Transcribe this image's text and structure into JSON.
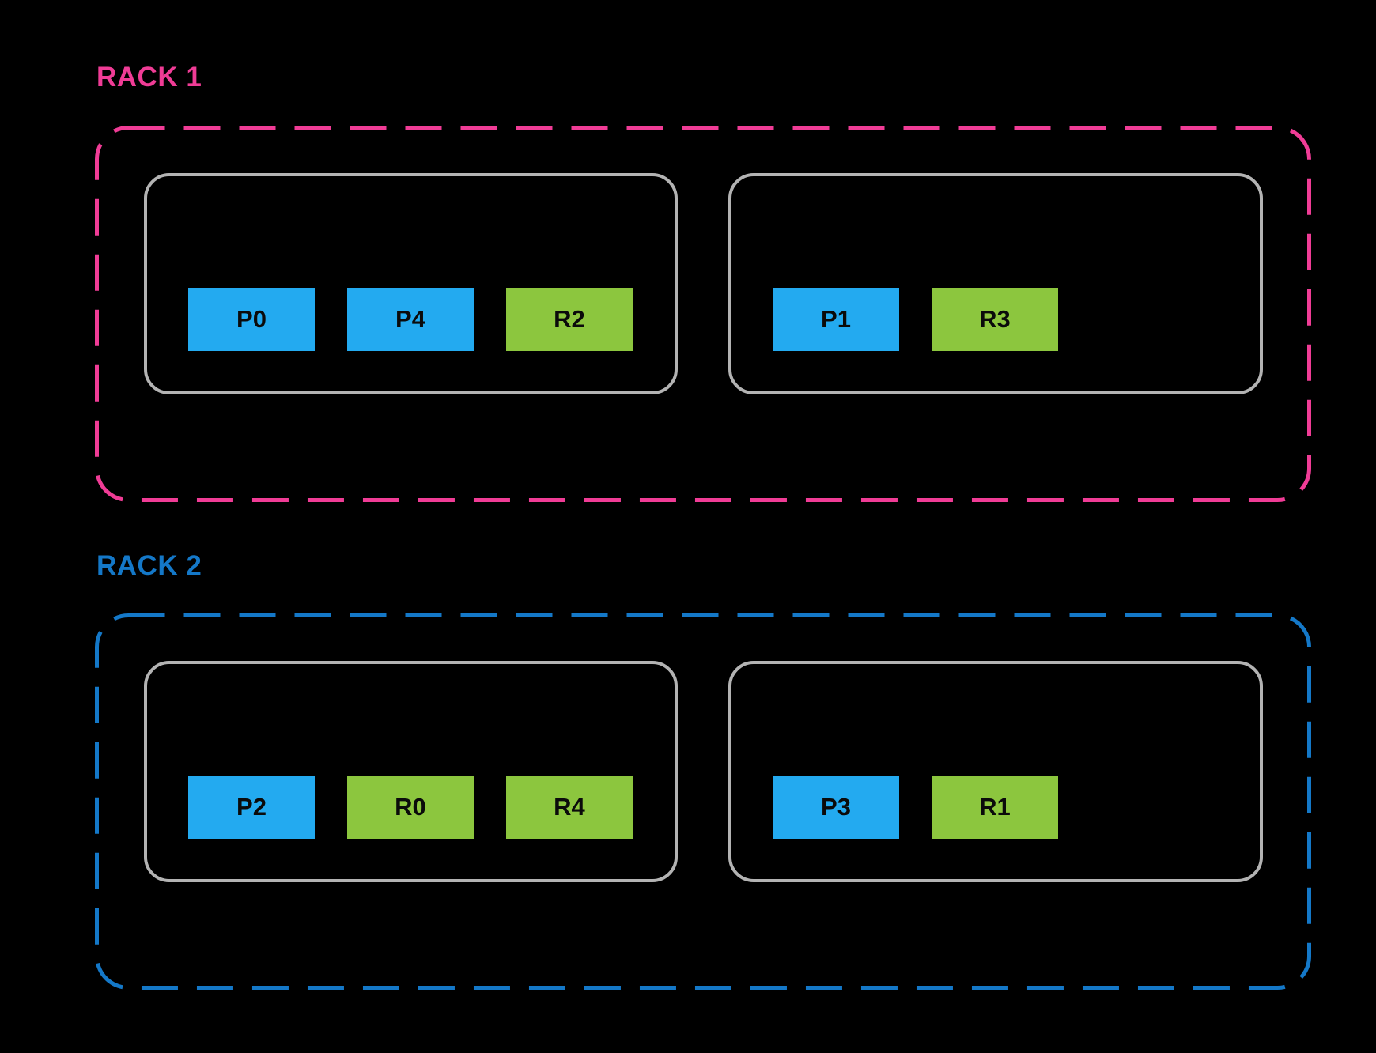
{
  "colors": {
    "background": "#000000",
    "rack1-accent": "#F03C96",
    "rack2-accent": "#1478C8",
    "primary-block": "#23AAF0",
    "replica-block": "#8CC63E",
    "node-border": "#B3B3B3",
    "block-text": "#0B0B0B"
  },
  "racks": [
    {
      "label": "RACK 1",
      "nodes": [
        {
          "blocks": [
            {
              "label": "P0",
              "type": "primary"
            },
            {
              "label": "P4",
              "type": "primary"
            },
            {
              "label": "R2",
              "type": "replica"
            }
          ]
        },
        {
          "blocks": [
            {
              "label": "P1",
              "type": "primary"
            },
            {
              "label": "R3",
              "type": "replica"
            }
          ]
        }
      ]
    },
    {
      "label": "RACK 2",
      "nodes": [
        {
          "blocks": [
            {
              "label": "P2",
              "type": "primary"
            },
            {
              "label": "R0",
              "type": "replica"
            },
            {
              "label": "R4",
              "type": "replica"
            }
          ]
        },
        {
          "blocks": [
            {
              "label": "P3",
              "type": "primary"
            },
            {
              "label": "R1",
              "type": "replica"
            }
          ]
        }
      ]
    }
  ]
}
